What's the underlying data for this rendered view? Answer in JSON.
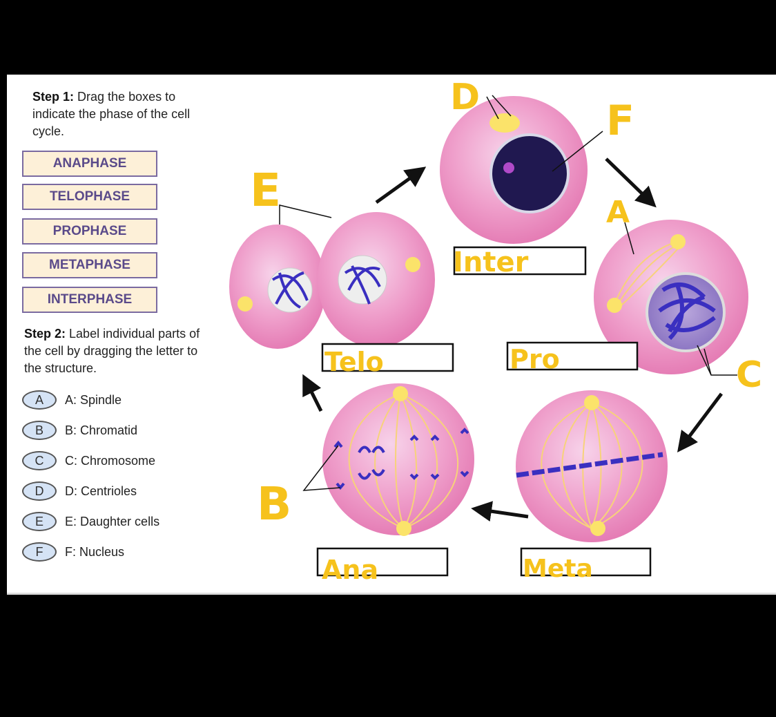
{
  "step1": {
    "title": "Step 1:",
    "text": "Drag the boxes to indicate the phase of the cell cycle."
  },
  "phases": [
    "ANAPHASE",
    "TELOPHASE",
    "PROPHASE",
    "METAPHASE",
    "INTERPHASE"
  ],
  "step2": {
    "title": "Step 2:",
    "text": "Label individual parts of the cell by dragging the letter to the structure."
  },
  "letters": [
    {
      "letter": "A",
      "label": "A: Spindle"
    },
    {
      "letter": "B",
      "label": "B: Chromatid"
    },
    {
      "letter": "C",
      "label": "C: Chromosome"
    },
    {
      "letter": "D",
      "label": "D: Centrioles"
    },
    {
      "letter": "E",
      "label": "E: Daughter cells"
    },
    {
      "letter": "F",
      "label": "F: Nucleus"
    }
  ],
  "handwritten": {
    "inter": "Inter",
    "pro": "Pro",
    "meta": "Meta",
    "ana": "Ana",
    "telo": "Telo",
    "D": "D",
    "F": "F",
    "A": "A",
    "E": "E",
    "C": "C",
    "B": "B"
  },
  "colors": {
    "annotation": "#f6c21c",
    "cell": "#ef9fc8",
    "chromosome": "#3a2fc0",
    "spindle": "#f7d27a"
  }
}
